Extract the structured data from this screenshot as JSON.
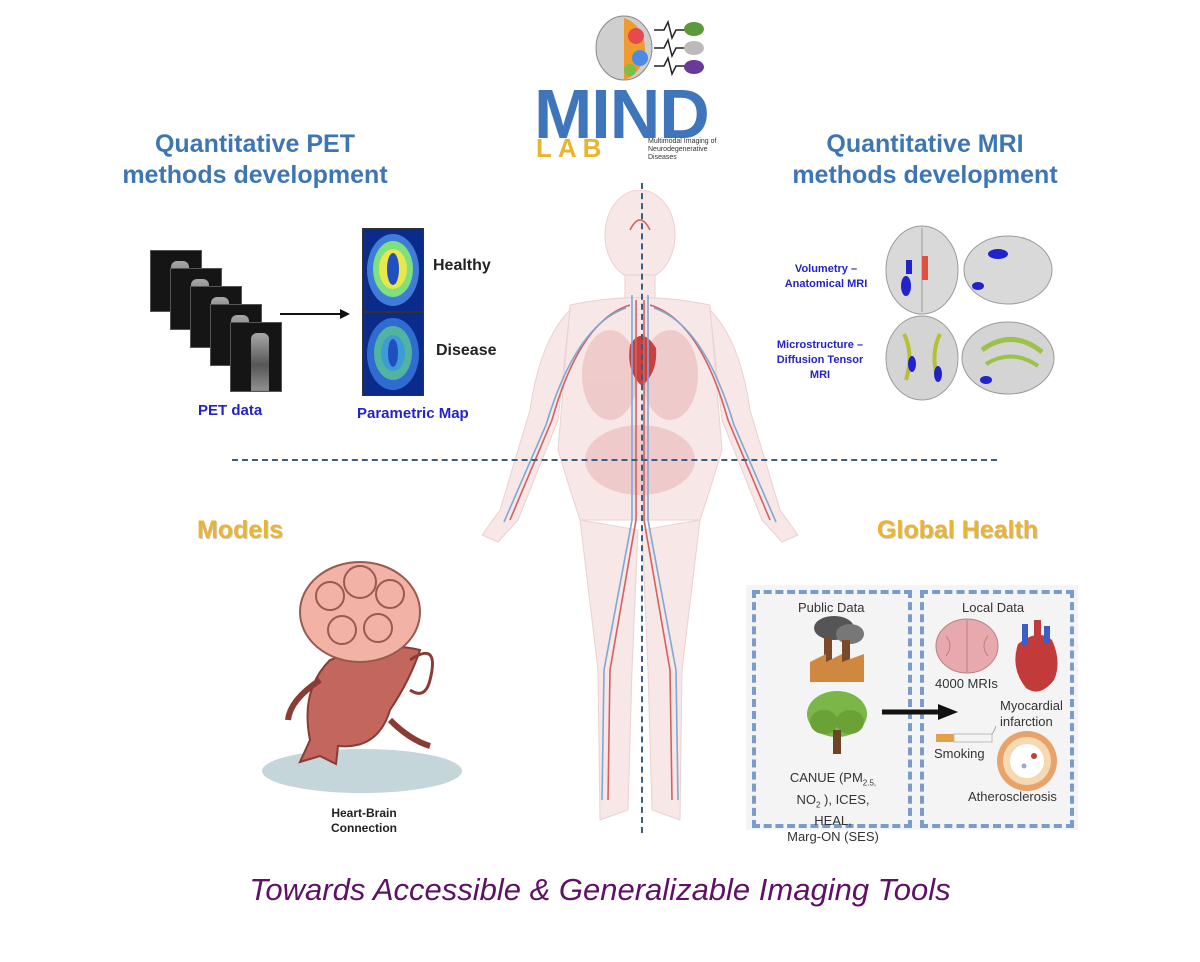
{
  "logo": {
    "main_text": "MIND",
    "sub_text": "LAB",
    "tagline": "Multimodal Imaging of Neurodegenerative Diseases"
  },
  "quadrants": {
    "pet": {
      "title_line1": "Quantitative PET",
      "title_line2": "methods development",
      "pet_data_label": "PET data",
      "parametric_map_label": "Parametric Map",
      "healthy_label": "Healthy",
      "disease_label": "Disease"
    },
    "mri": {
      "title_line1": "Quantitative MRI",
      "title_line2": "methods development",
      "volumetry_line1": "Volumetry –",
      "volumetry_line2": "Anatomical MRI",
      "micro_line1": "Microstructure –",
      "micro_line2": "Diffusion Tensor",
      "micro_line3": "MRI"
    },
    "models": {
      "title": "Models",
      "caption_line1": "Heart-Brain",
      "caption_line2": "Connection"
    },
    "global_health": {
      "title": "Global Health",
      "public_data": "Public Data",
      "local_data": "Local Data",
      "canue_line1": "CANUE (PM",
      "canue_sub1": "2.5,",
      "canue_line2a": "NO",
      "canue_sub2": "2",
      "canue_line2b": " ), ICES, HEAL,",
      "canue_line3": "Marg-ON (SES)",
      "mris": "4000 MRIs",
      "myo_line1": "Myocardial",
      "myo_line2": "infarction",
      "smoking": "Smoking",
      "athero": "Atherosclerosis"
    }
  },
  "footer": "Towards Accessible & Generalizable Imaging Tools",
  "colors": {
    "blue_title": "#3e76b4",
    "gold_title": "#e9b531",
    "label_blue": "#2323c6",
    "footer_purple": "#5f1067",
    "divider": "#3a5f85",
    "dash_box": "#7a9ccc"
  }
}
